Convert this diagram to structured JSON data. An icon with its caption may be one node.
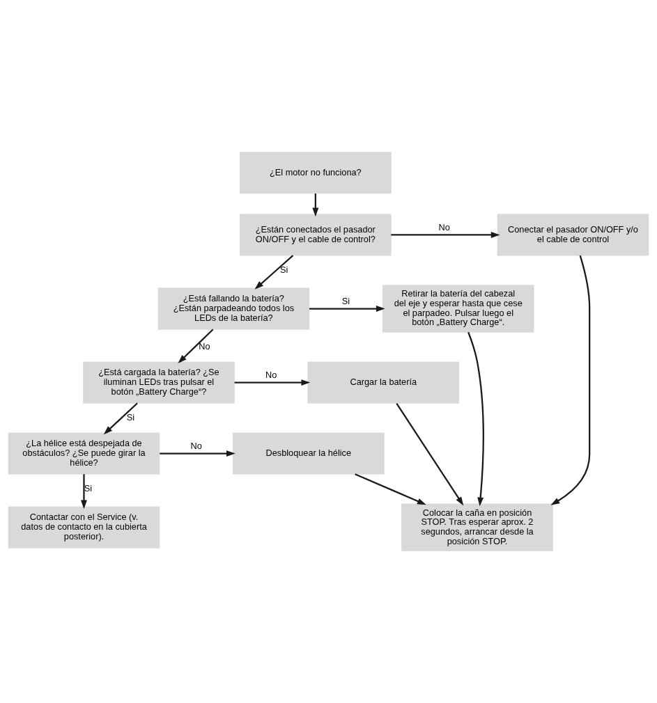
{
  "diagram": {
    "nodes": [
      {
        "text": [
          "¿El motor no funciona?"
        ]
      },
      {
        "text": [
          "¿Están conectados el pasador ON/OFF y el cable de control?"
        ]
      },
      {
        "text": [
          "Conectar el pasador ON/OFF y/o el cable de control"
        ]
      },
      {
        "text": [
          "¿Está fallando la batería? ¿Están parpadeando todos los LEDs de la batería?"
        ]
      },
      {
        "text": [
          "Retirar la batería del cabezal del eje y esperar hasta que cese el parpadeo. Pulsar luego el botón „Battery Charge“."
        ]
      },
      {
        "text": [
          "¿Está cargada la batería? ¿Se iluminan LEDs tras pulsar el botón „Battery Charge“?"
        ]
      },
      {
        "text": [
          "Cargar la batería"
        ]
      },
      {
        "text": [
          "¿La hélice está despejada de obstáculos? ¿Se puede girar la hélice?"
        ]
      },
      {
        "text": [
          "Desbloquear la hélice"
        ]
      },
      {
        "text": [
          "Contactar con el Service (v. datos de contacto en la cubierta posterior)."
        ]
      },
      {
        "text": [
          "Colocar la caña en posición STOP. Tras esperar aprox. 2 segundos, arrancar desde la posición STOP."
        ]
      }
    ],
    "edges": [
      {
        "from": 0,
        "to": 1,
        "arrow": "to"
      },
      {
        "from": 1,
        "to": 2,
        "arrow": "to",
        "label": "No"
      },
      {
        "from": 1,
        "to": 3,
        "arrow": "to",
        "label": "Si"
      },
      {
        "from": 3,
        "to": 4,
        "arrow": "to",
        "label": "Si"
      },
      {
        "from": 3,
        "to": 5,
        "arrow": "to",
        "label": "No"
      },
      {
        "from": 5,
        "to": 6,
        "arrow": "to",
        "label": "No"
      },
      {
        "from": 5,
        "to": 7,
        "arrow": "to",
        "label": "Si"
      },
      {
        "from": 7,
        "to": 8,
        "arrow": "to",
        "label": "No"
      },
      {
        "from": 7,
        "to": 9,
        "arrow": "to",
        "label": "Si"
      },
      {
        "from": 2,
        "to": 10,
        "arrow": "to"
      },
      {
        "from": 4,
        "to": 10,
        "arrow": "to"
      },
      {
        "from": 6,
        "to": 10,
        "arrow": "to"
      },
      {
        "from": 8,
        "to": 10,
        "arrow": "to"
      }
    ]
  }
}
